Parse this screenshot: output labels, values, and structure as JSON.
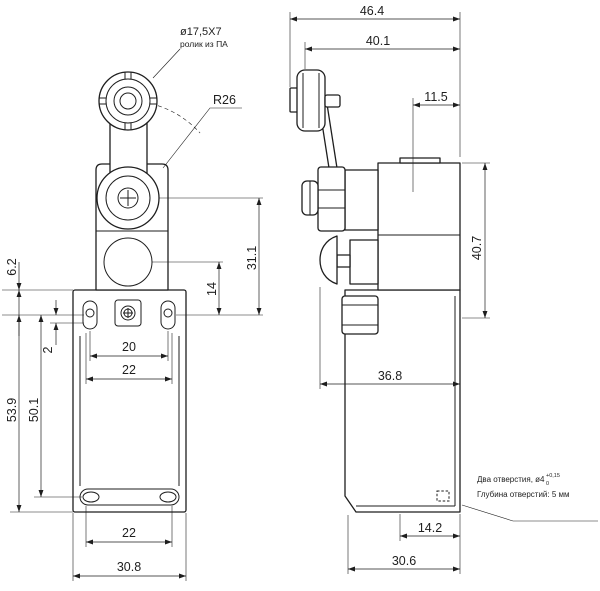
{
  "colors": {
    "ink": "#1e1e1e",
    "paper": "#ffffff"
  },
  "front_view": {
    "roller_size": "ø17,5X7",
    "roller_material": "ролик из ПА",
    "lever_radius": "R26",
    "flange_offset": "6.2",
    "overall_height": "53.9",
    "hole_spacing_vertical": "50.1",
    "slot_offset": "2",
    "slot_spacing": "20",
    "hole_spacing_top": "22",
    "hole_spacing_bottom": "22",
    "overall_width": "30.8",
    "plunger_height": "14",
    "pivot_height": "31.1"
  },
  "side_view": {
    "overall_depth": "46.4",
    "lever_depth": "40.1",
    "head_offset": "11.5",
    "head_height": "40.7",
    "plunger_depth": "36.8",
    "hole_offset": "14.2",
    "body_depth": "30.6"
  },
  "note": {
    "holes": "Два отверстия, ø4",
    "tolerance_upper": "+0,15",
    "tolerance_lower": "0",
    "hole_depth": "Глубина отверстий: 5 мм"
  }
}
